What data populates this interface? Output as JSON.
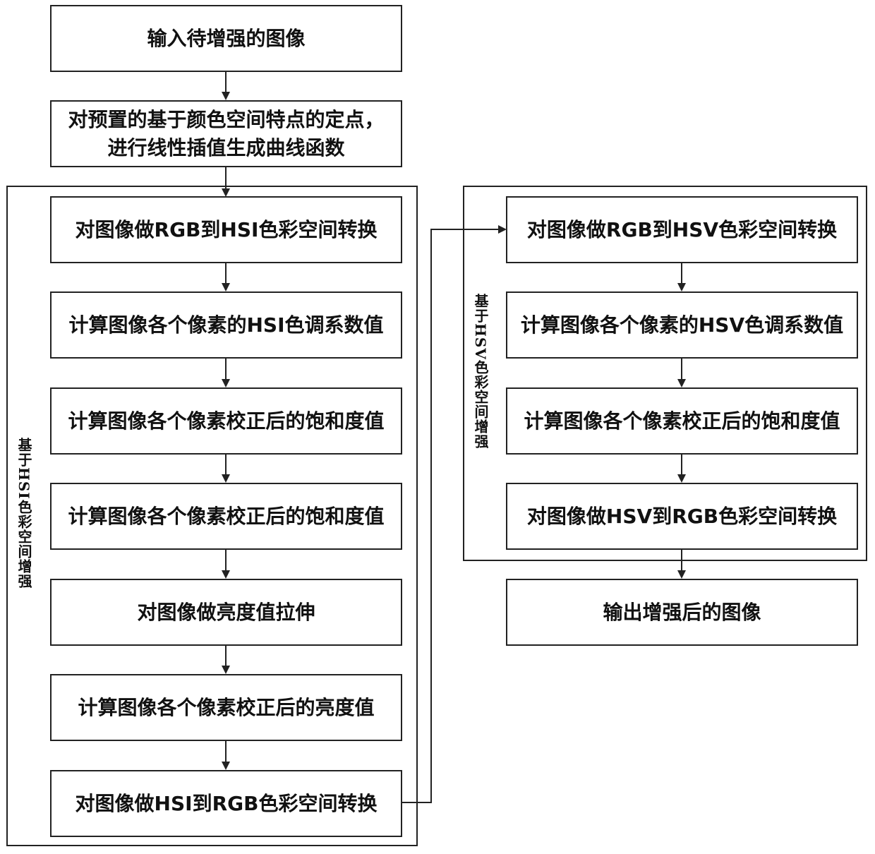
{
  "input": "输入待增强的图像",
  "interp": [
    "对预置的基于颜色空间特点的定点，",
    "进行线性插值生成曲线函数"
  ],
  "hsi_group_label": "基于HSI色彩空间增强",
  "hsi_steps": [
    "对图像做RGB到HSI色彩空间转换",
    "计算图像各个像素的HSI色调系数值",
    "计算图像各个像素校正后的饱和度值",
    "计算图像各个像素校正后的饱和度值",
    "对图像做亮度值拉伸",
    "计算图像各个像素校正后的亮度值",
    "对图像做HSI到RGB色彩空间转换"
  ],
  "hsv_group_label": "基于HSV色彩空间增强",
  "hsv_steps": [
    "对图像做RGB到HSV色彩空间转换",
    "计算图像各个像素的HSV色调系数值",
    "计算图像各个像素校正后的饱和度值",
    "对图像做HSV到RGB色彩空间转换"
  ],
  "output": "输出增强后的图像"
}
